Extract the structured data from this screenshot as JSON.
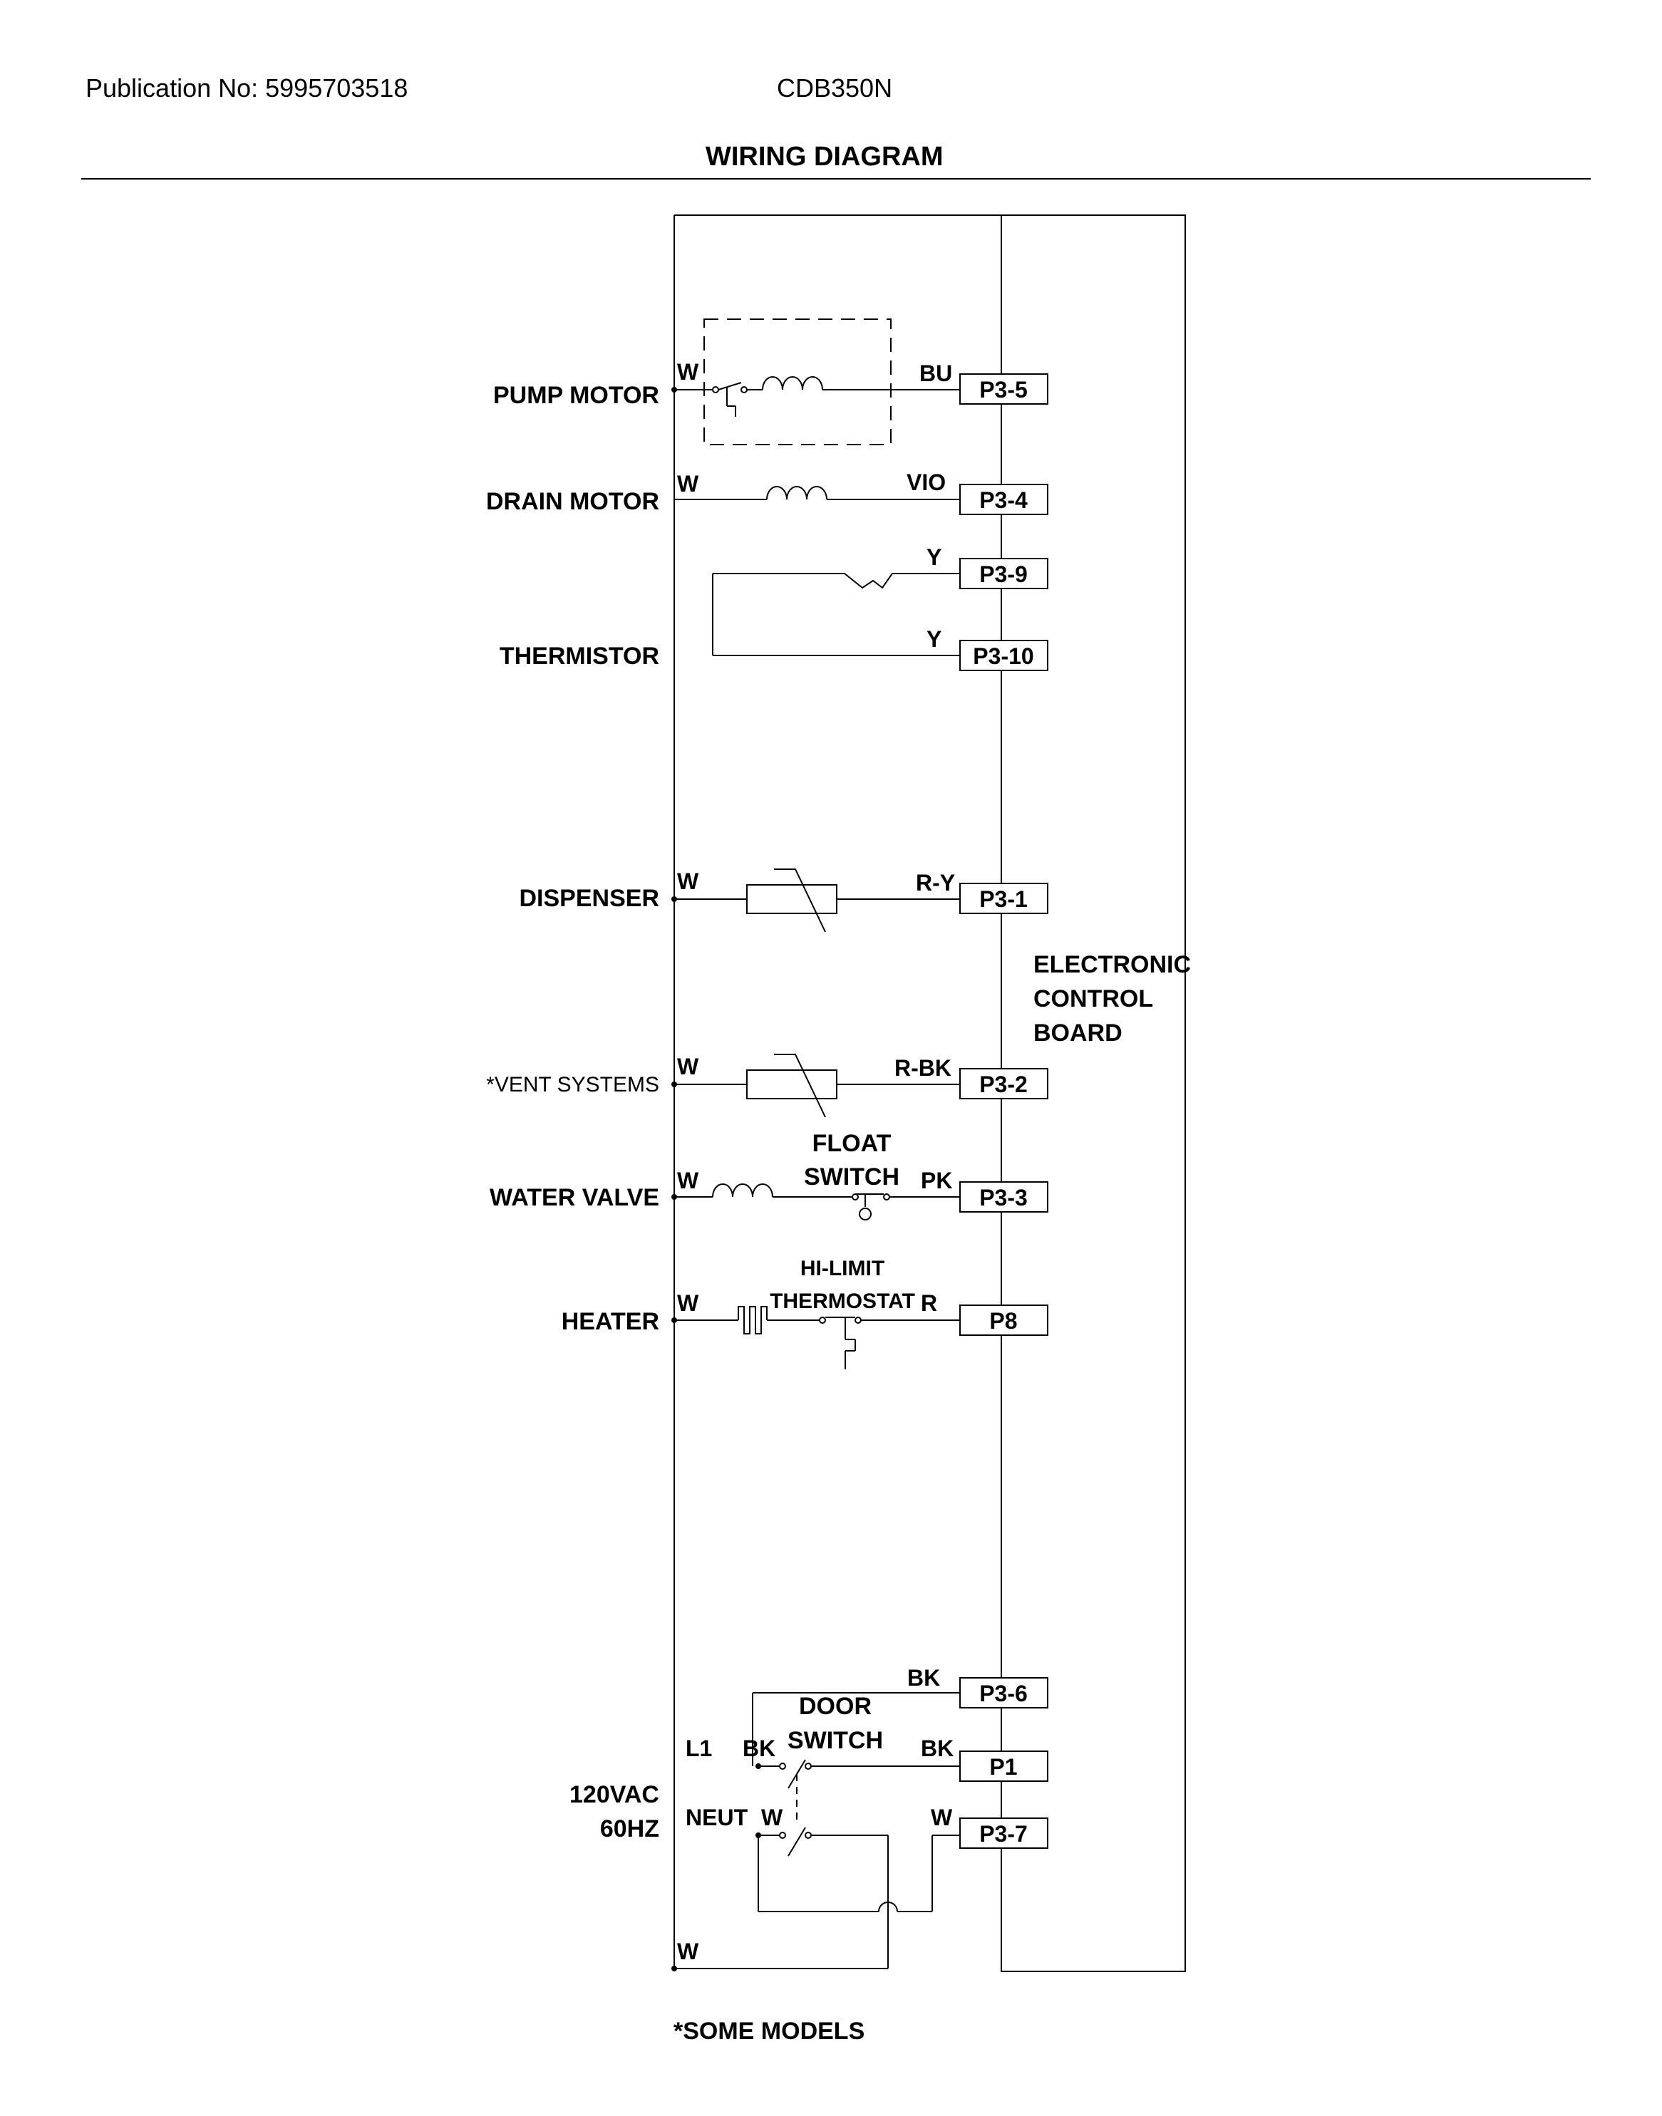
{
  "header": {
    "publication": "Publication No: 5995703518",
    "model": "CDB350N",
    "title": "WIRING DIAGRAM"
  },
  "components": {
    "pump_motor": "PUMP MOTOR",
    "drain_motor": "DRAIN MOTOR",
    "thermistor": "THERMISTOR",
    "dispenser": "DISPENSER",
    "vent_systems": "*VENT SYSTEMS",
    "water_valve": "WATER VALVE",
    "heater": "HEATER",
    "power_line1": "120VAC",
    "power_line2": "60HZ"
  },
  "board": {
    "line1": "ELECTRONIC",
    "line2": "CONTROL",
    "line3": "BOARD"
  },
  "switches": {
    "float_1": "FLOAT",
    "float_2": "SWITCH",
    "hilimit_1": "HI-LIMIT",
    "hilimit_2": "THERMOSTAT",
    "door_1": "DOOR",
    "door_2": "SWITCH"
  },
  "wires": {
    "pump_left": "W",
    "pump_right": "BU",
    "drain_left": "W",
    "drain_right": "VIO",
    "therm_1": "Y",
    "therm_2": "Y",
    "disp_left": "W",
    "disp_right": "R-Y",
    "vent_left": "W",
    "vent_right": "R-BK",
    "valve_left": "W",
    "valve_right": "PK",
    "heater_left": "W",
    "heater_right": "R",
    "p36_wire": "BK",
    "l1": "L1",
    "l1_bk": "BK",
    "p1_wire": "BK",
    "neut": "NEUT",
    "neut_w": "W",
    "p37_wire": "W",
    "bottom_w": "W"
  },
  "terminals": {
    "p3_5": "P3-5",
    "p3_4": "P3-4",
    "p3_9": "P3-9",
    "p3_10": "P3-10",
    "p3_1": "P3-1",
    "p3_2": "P3-2",
    "p3_3": "P3-3",
    "p8": "P8",
    "p3_6": "P3-6",
    "p1": "P1",
    "p3_7": "P3-7"
  },
  "footnote": "*SOME MODELS"
}
